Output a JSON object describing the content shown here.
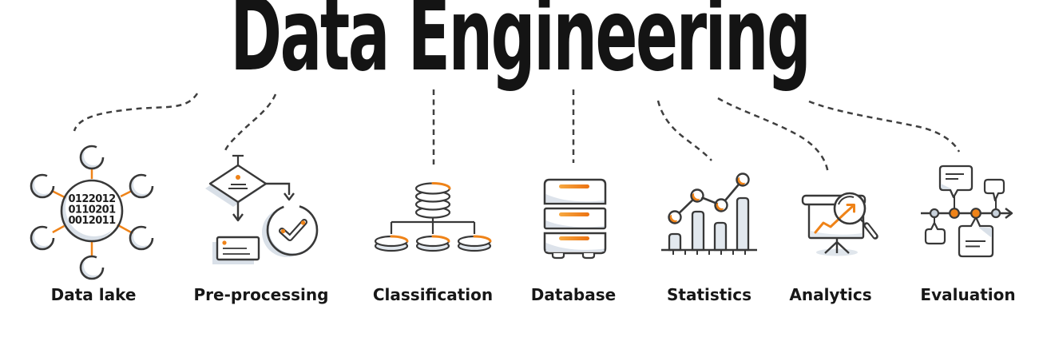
{
  "title": "Data Engineering",
  "colors": {
    "accent": "#EF8318",
    "line": "#383838",
    "shade": "#D9E0E8"
  },
  "items": [
    {
      "label": "Data lake",
      "icon": "data-lake-network-icon"
    },
    {
      "label": "Pre-processing",
      "icon": "flowchart-check-icon"
    },
    {
      "label": "Classification",
      "icon": "database-tree-icon"
    },
    {
      "label": "Database",
      "icon": "server-stack-icon"
    },
    {
      "label": "Statistics",
      "icon": "bar-line-chart-icon"
    },
    {
      "label": "Analytics",
      "icon": "presentation-magnifier-icon"
    },
    {
      "label": "Evaluation",
      "icon": "timeline-comments-icon"
    }
  ],
  "data_lake_binary": [
    "0122012",
    "0110201",
    "0012011"
  ]
}
